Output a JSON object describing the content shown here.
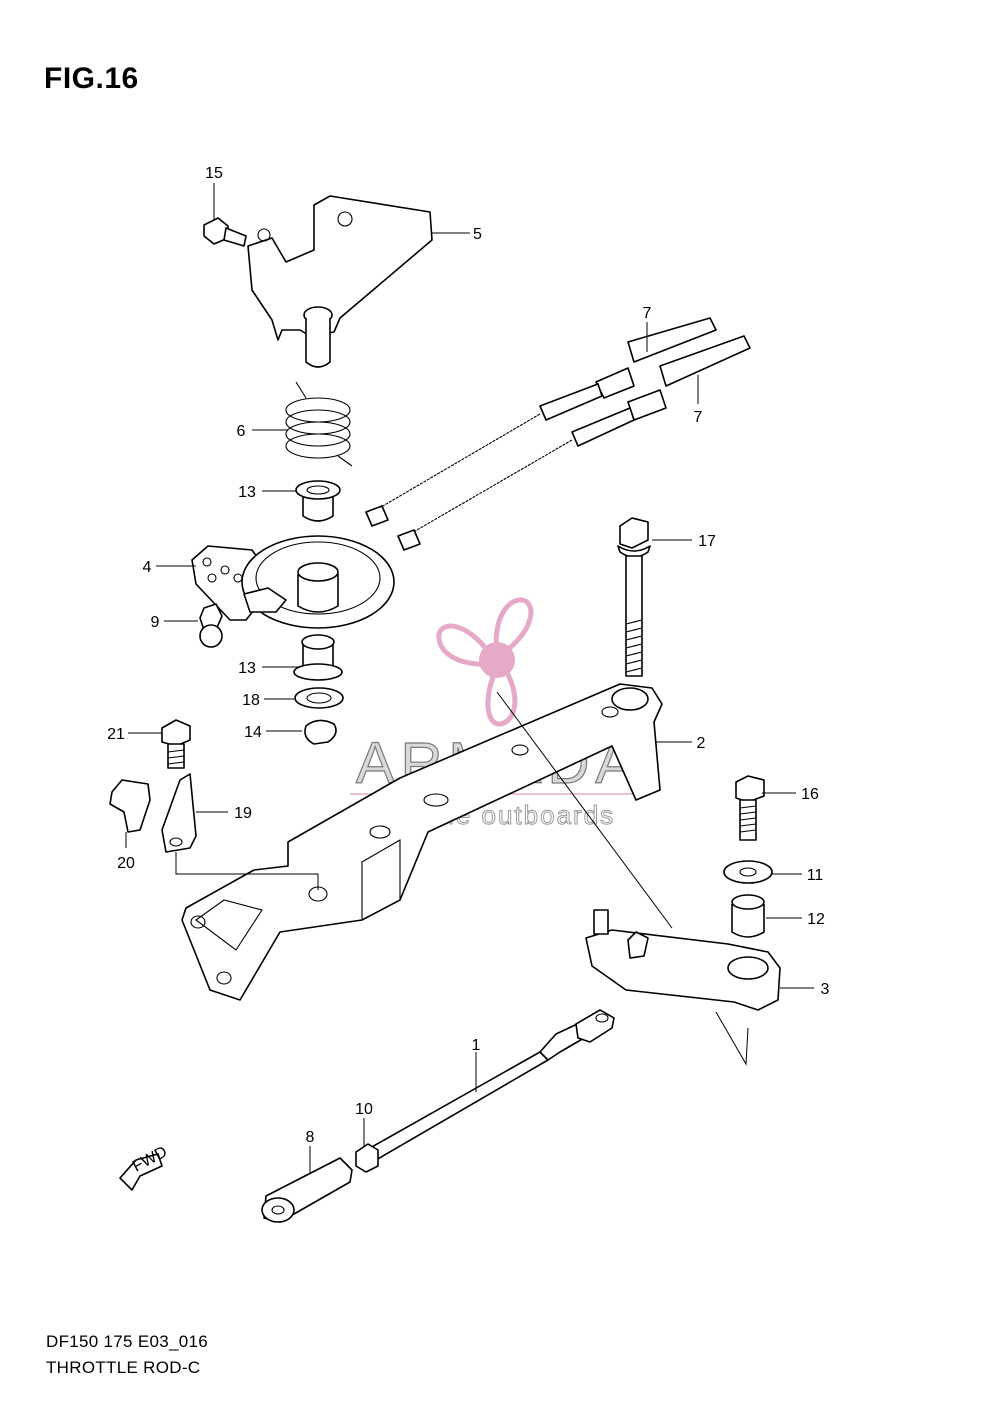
{
  "figure": {
    "title": "FIG.16",
    "code": "DF150 175 E03_016",
    "name": "THROTTLE ROD-C"
  },
  "watermark": {
    "brand": "ARMADA",
    "tagline": "marine outboards",
    "color_pink": "#e7a9c8",
    "color_gray": "#8a8a8a"
  },
  "fwd_label": "FWD",
  "callouts": [
    {
      "id": "c15",
      "label": "15"
    },
    {
      "id": "c5",
      "label": "5"
    },
    {
      "id": "c7a",
      "label": "7"
    },
    {
      "id": "c7b",
      "label": "7"
    },
    {
      "id": "c6",
      "label": "6"
    },
    {
      "id": "c13a",
      "label": "13"
    },
    {
      "id": "c17",
      "label": "17"
    },
    {
      "id": "c4",
      "label": "4"
    },
    {
      "id": "c9",
      "label": "9"
    },
    {
      "id": "c13b",
      "label": "13"
    },
    {
      "id": "c18",
      "label": "18"
    },
    {
      "id": "c14",
      "label": "14"
    },
    {
      "id": "c2",
      "label": "2"
    },
    {
      "id": "c21",
      "label": "21"
    },
    {
      "id": "c19",
      "label": "19"
    },
    {
      "id": "c20",
      "label": "20"
    },
    {
      "id": "c16",
      "label": "16"
    },
    {
      "id": "c11",
      "label": "11"
    },
    {
      "id": "c12",
      "label": "12"
    },
    {
      "id": "c3",
      "label": "3"
    },
    {
      "id": "c1",
      "label": "1"
    },
    {
      "id": "c10",
      "label": "10"
    },
    {
      "id": "c8",
      "label": "8"
    }
  ]
}
